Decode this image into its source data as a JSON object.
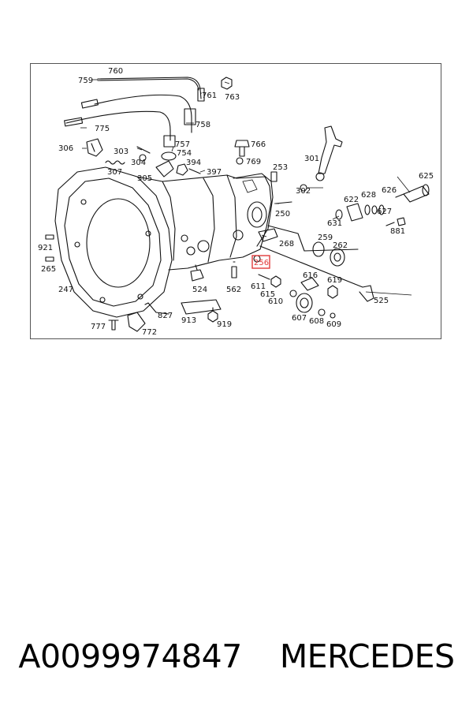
{
  "part_number": "A0099974847",
  "brand": "MERCEDES",
  "highlight_color": "#e23b3b",
  "diagram": {
    "labels": [
      "760",
      "759",
      "761",
      "763",
      "775",
      "758",
      "306",
      "303",
      "757",
      "754",
      "394",
      "766",
      "304",
      "307",
      "305",
      "397",
      "769",
      "253",
      "301",
      "625",
      "302",
      "921",
      "265",
      "247",
      "250",
      "622",
      "628",
      "626",
      "627",
      "631",
      "881",
      "268",
      "259",
      "262",
      "256",
      "616",
      "611",
      "615",
      "619",
      "610",
      "562",
      "524",
      "525",
      "777",
      "772",
      "827",
      "913",
      "919",
      "607",
      "608",
      "609"
    ],
    "highlighted_label": "256"
  }
}
